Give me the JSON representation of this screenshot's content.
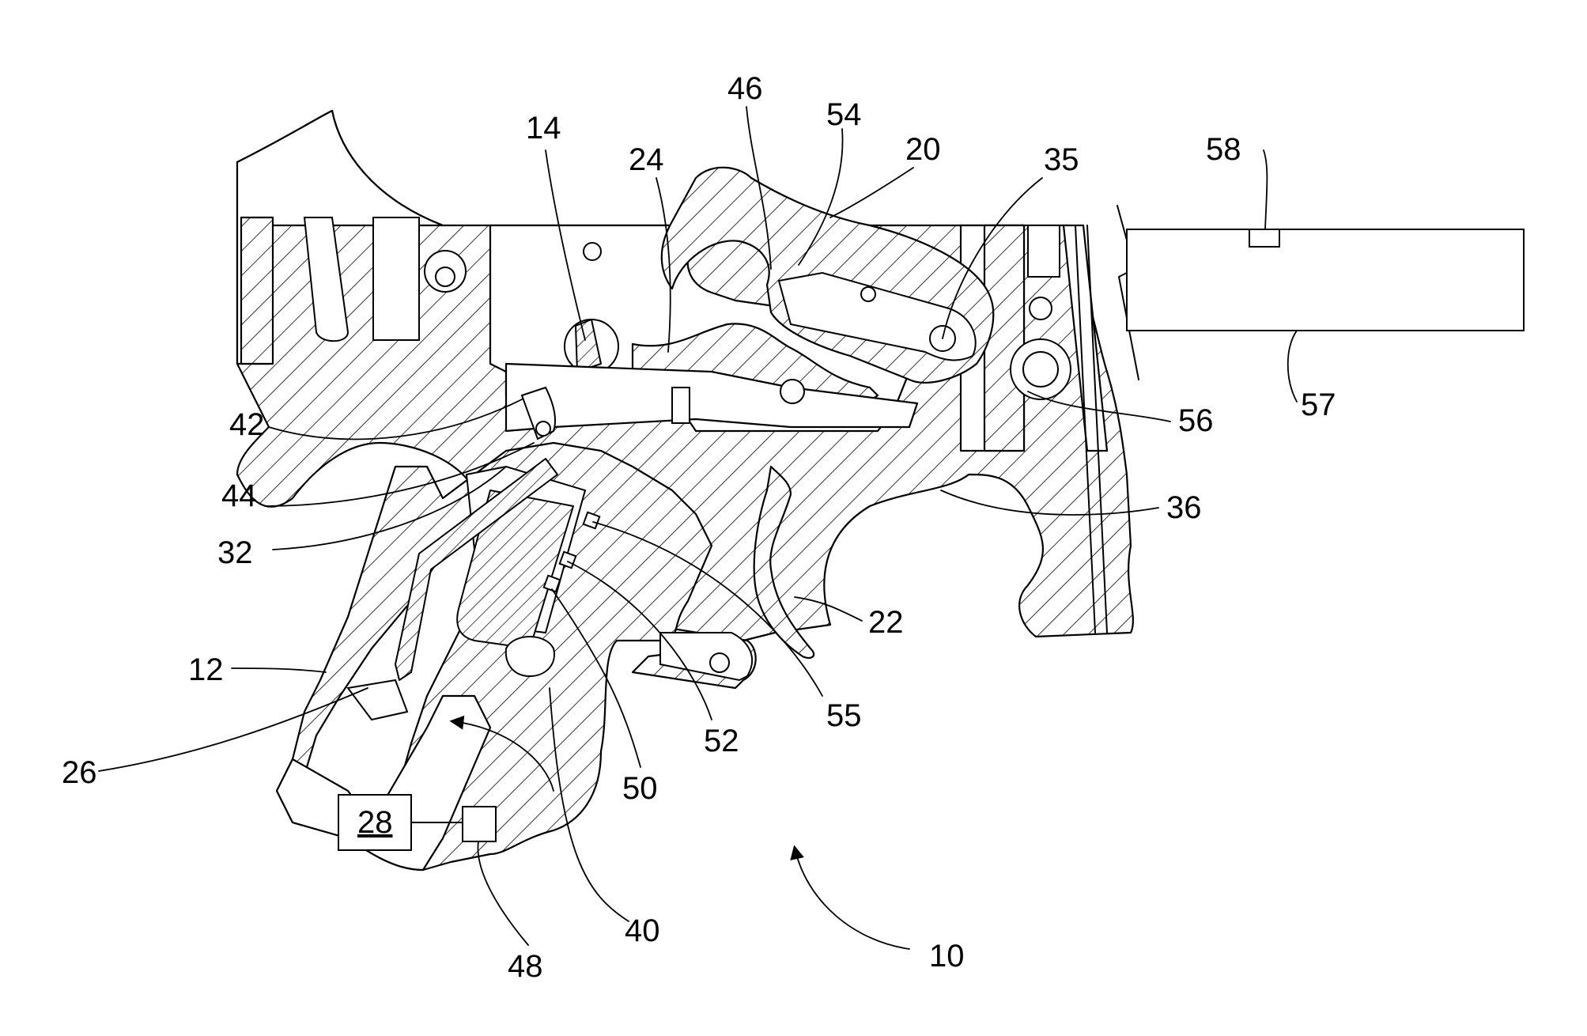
{
  "figure": {
    "labels": [
      {
        "id": "10",
        "text": "10"
      },
      {
        "id": "12",
        "text": "12"
      },
      {
        "id": "14",
        "text": "14"
      },
      {
        "id": "20",
        "text": "20"
      },
      {
        "id": "22",
        "text": "22"
      },
      {
        "id": "24",
        "text": "24"
      },
      {
        "id": "26",
        "text": "26"
      },
      {
        "id": "28",
        "text": "28"
      },
      {
        "id": "32",
        "text": "32"
      },
      {
        "id": "35",
        "text": "35"
      },
      {
        "id": "36",
        "text": "36"
      },
      {
        "id": "40",
        "text": "40"
      },
      {
        "id": "42",
        "text": "42"
      },
      {
        "id": "44",
        "text": "44"
      },
      {
        "id": "46",
        "text": "46"
      },
      {
        "id": "48",
        "text": "48"
      },
      {
        "id": "50",
        "text": "50"
      },
      {
        "id": "52",
        "text": "52"
      },
      {
        "id": "54",
        "text": "54"
      },
      {
        "id": "55",
        "text": "55"
      },
      {
        "id": "56",
        "text": "56"
      },
      {
        "id": "57",
        "text": "57"
      },
      {
        "id": "58",
        "text": "58"
      }
    ]
  }
}
